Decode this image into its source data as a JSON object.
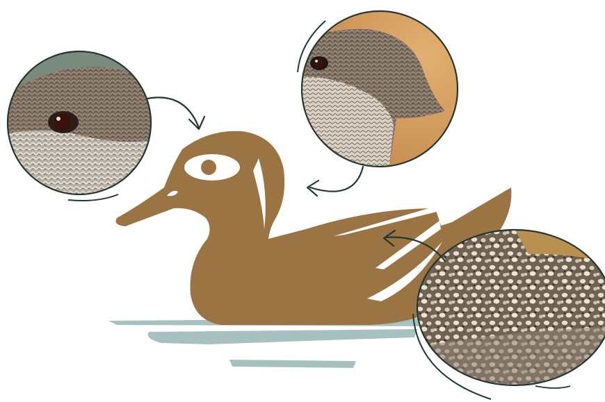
{
  "colors": {
    "background": "#ffffff",
    "duck_body": "#9b7443",
    "duck_highlight": "#ffffff",
    "water": "#a7c1c1",
    "ink": "#21382e",
    "photo_eye_bg": "#8c7d6b",
    "photo_head_bg": "#d8a35e",
    "photo_body_bg": "#9a8b78"
  },
  "callouts": [
    {
      "name": "eye-detail-photo",
      "subject": "eye",
      "icon": "eye-closeup-photo"
    },
    {
      "name": "head-crest-detail-photo",
      "subject": "head-crest",
      "icon": "head-closeup-photo"
    },
    {
      "name": "speckled-feathers-detail-photo",
      "subject": "feathers",
      "icon": "feather-closeup-photo"
    }
  ]
}
